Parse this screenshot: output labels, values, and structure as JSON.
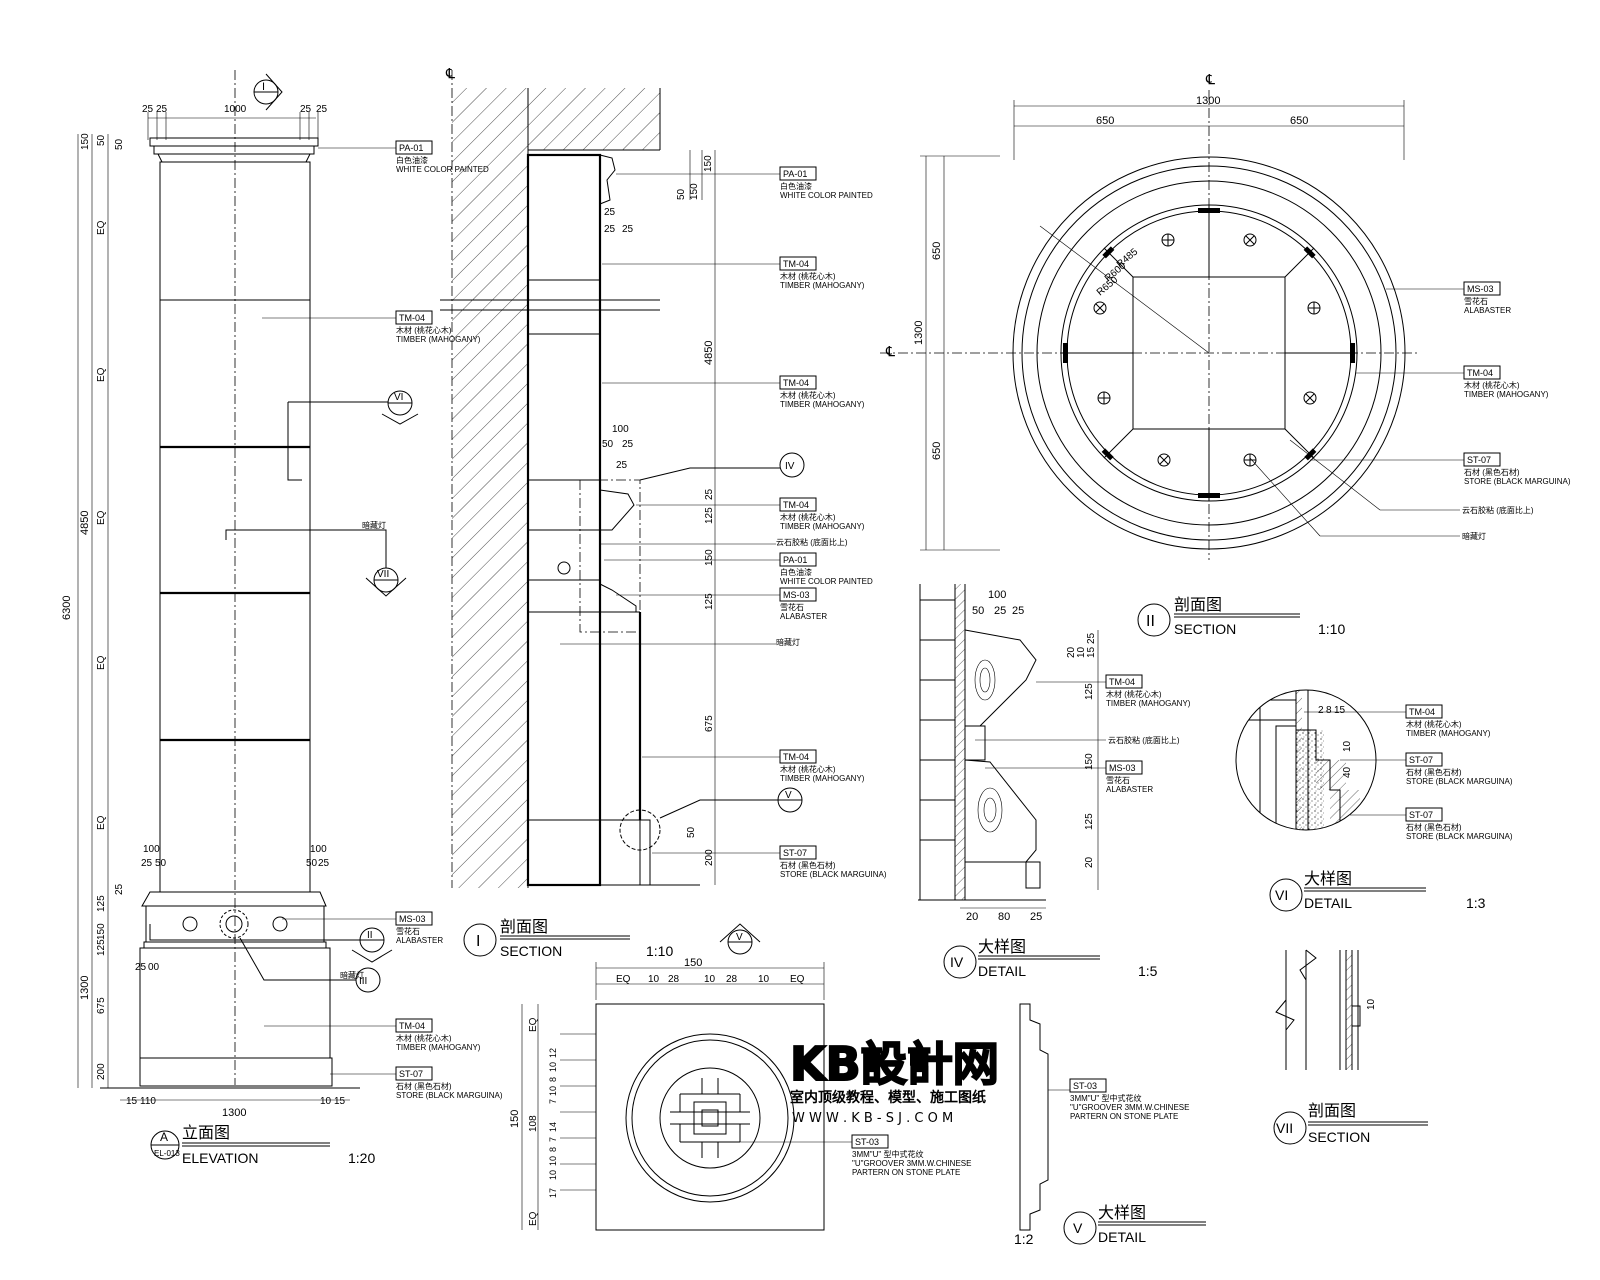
{
  "elevation": {
    "dims_top": [
      "25",
      "25",
      "1000",
      "25",
      "25"
    ],
    "dims_left": [
      "150",
      "50",
      "50",
      "EQ",
      "EQ",
      "EQ",
      "EQ",
      "EQ",
      "125",
      "150",
      "25",
      "125",
      "675",
      "200"
    ],
    "dims_overall": [
      "6300",
      "4850",
      "1300"
    ],
    "dims_bottom": [
      "15",
      "110",
      "1300",
      "10",
      "15"
    ],
    "dims_base": [
      "100",
      "25",
      "50",
      "100",
      "50",
      "25",
      "25",
      "25",
      "00"
    ],
    "tags": {
      "pa01": {
        "code": "PA-01",
        "cn": "白色油漆",
        "en": "WHITE COLOR PAINTED"
      },
      "tm04": {
        "code": "TM-04",
        "cn": "木材 (桃花心木)",
        "en": "TIMBER (MAHOGANY)"
      },
      "ms03": {
        "code": "MS-03",
        "cn": "雪花石",
        "en": "ALABASTER"
      },
      "tm04b": {
        "code": "TM-04",
        "cn": "木材 (桃花心木)",
        "en": "TIMBER (MAHOGANY)"
      },
      "st07": {
        "code": "ST-07",
        "cn": "石材 (黑色石材)",
        "en": "STORE (BLACK MARGUINA)"
      }
    },
    "markers": {
      "i": "I",
      "ii": "II",
      "iii": "III",
      "vi": "VI",
      "vii": "VII"
    },
    "label_a": "A",
    "label_sheet": "EL-013",
    "title_cn": "立面图",
    "title_en": "ELEVATION",
    "scale": "1:20"
  },
  "section1": {
    "cl": "℄",
    "dims": [
      "150",
      "50",
      "50",
      "150",
      "25",
      "25",
      "4850",
      "100",
      "50",
      "25",
      "25",
      "25",
      "125",
      "150",
      "125",
      "675",
      "50",
      "200"
    ],
    "tags": [
      {
        "code": "PA-01",
        "cn": "白色油漆",
        "en": "WHITE COLOR PAINTED"
      },
      {
        "code": "TM-04",
        "cn": "木材 (桃花心木)",
        "en": "TIMBER (MAHOGANY)"
      },
      {
        "code": "TM-04",
        "cn": "木材 (桃花心木)",
        "en": "TIMBER (MAHOGANY)"
      },
      {
        "code": "TM-04",
        "cn": "木材 (桃花心木)",
        "en": "TIMBER (MAHOGANY)"
      },
      {
        "code": "PA-01",
        "cn": "白色油漆",
        "en": "WHITE COLOR PAINTED"
      },
      {
        "code": "MS-03",
        "cn": "雪花石",
        "en": "ALABASTER"
      },
      {
        "code": "TM-04",
        "cn": "木材 (桃花心木)",
        "en": "TIMBER (MAHOGANY)"
      },
      {
        "code": "ST-07",
        "cn": "石材 (黑色石材)",
        "en": "STORE (BLACK MARGUINA)"
      }
    ],
    "notes": [
      "云石胶粘 (底面比上)",
      "暗藏灯"
    ],
    "markers": [
      "IV",
      "V"
    ],
    "title_num": "I",
    "title_cn": "剖面图",
    "title_en": "SECTION",
    "scale": "1:10"
  },
  "plan2": {
    "cl": "℄",
    "dims_top": [
      "1300",
      "650",
      "650"
    ],
    "dims_left": [
      "650",
      "1300",
      "650"
    ],
    "radii": [
      "R485",
      "R600",
      "R650"
    ],
    "tags": [
      {
        "code": "MS-03",
        "cn": "雪花石",
        "en": "ALABASTER"
      },
      {
        "code": "TM-04",
        "cn": "木材 (桃花心木)",
        "en": "TIMBER (MAHOGANY)"
      },
      {
        "code": "ST-07",
        "cn": "石材 (黑色石材)",
        "en": "STORE (BLACK MARGUINA)"
      }
    ],
    "notes": [
      "云石胶粘 (底面比上)",
      "暗藏灯"
    ],
    "title_num": "II",
    "title_cn": "剖面图",
    "title_en": "SECTION",
    "scale": "1:10"
  },
  "detail4": {
    "dims": [
      "100",
      "50",
      "25",
      "25",
      "20",
      "10",
      "15",
      "25",
      "125",
      "150",
      "125",
      "20",
      "20",
      "80",
      "25"
    ],
    "tags": [
      {
        "code": "TM-04",
        "cn": "木材 (桃花心木)",
        "en": "TIMBER (MAHOGANY)"
      },
      {
        "code": "MS-03",
        "cn": "雪花石",
        "en": "ALABASTER"
      }
    ],
    "note": "云石胶粘 (底面比上)",
    "title_num": "IV",
    "title_cn": "大样图",
    "title_en": "DETAIL",
    "scale": "1:5"
  },
  "detail6": {
    "dims": [
      "2",
      "8",
      "15",
      "10",
      "40"
    ],
    "tags": [
      {
        "code": "TM-04",
        "cn": "木材 (桃花心木)",
        "en": "TIMBER (MAHOGANY)"
      },
      {
        "code": "ST-07",
        "cn": "石材 (黑色石材)",
        "en": "STORE (BLACK MARGUINA)"
      },
      {
        "code": "ST-07",
        "cn": "石材 (黑色石材)",
        "en": "STORE (BLACK MARGUINA)"
      }
    ],
    "title_num": "VI",
    "title_cn": "大样图",
    "title_en": "DETAIL",
    "scale": "1:3"
  },
  "section7": {
    "dim": "10",
    "title_num": "VII",
    "title_cn": "剖面图",
    "title_en": "SECTION"
  },
  "elev5": {
    "dims_top": [
      "150",
      "EQ",
      "10",
      "28",
      "10",
      "28",
      "10",
      "EQ"
    ],
    "dims_left": [
      "EQ",
      "12",
      "10",
      "8",
      "10",
      "7",
      "14",
      "7",
      "8",
      "10",
      "10",
      "108",
      "17",
      "EQ",
      "150"
    ],
    "tag": {
      "code": "ST-03",
      "cn": "3MM\"U\" 型中式花纹",
      "en1": "\"U\"GROOVER 3MM.W.CHINESE",
      "en2": "PARTERN ON STONE PLATE"
    },
    "marker": "V"
  },
  "detail5": {
    "tag": {
      "code": "ST-03",
      "cn": "3MM\"U\" 型中式花纹",
      "en1": "\"U\"GROOVER 3MM.W.CHINESE",
      "en2": "PARTERN ON STONE PLATE"
    },
    "title_num": "V",
    "title_cn": "大样图",
    "title_en": "DETAIL",
    "scale": "1:2"
  },
  "watermark": {
    "logo": "KB設計网",
    "cn": "室内顶级教程、模型、施工图纸",
    "url": "W W W . K B - S J . C O M"
  }
}
